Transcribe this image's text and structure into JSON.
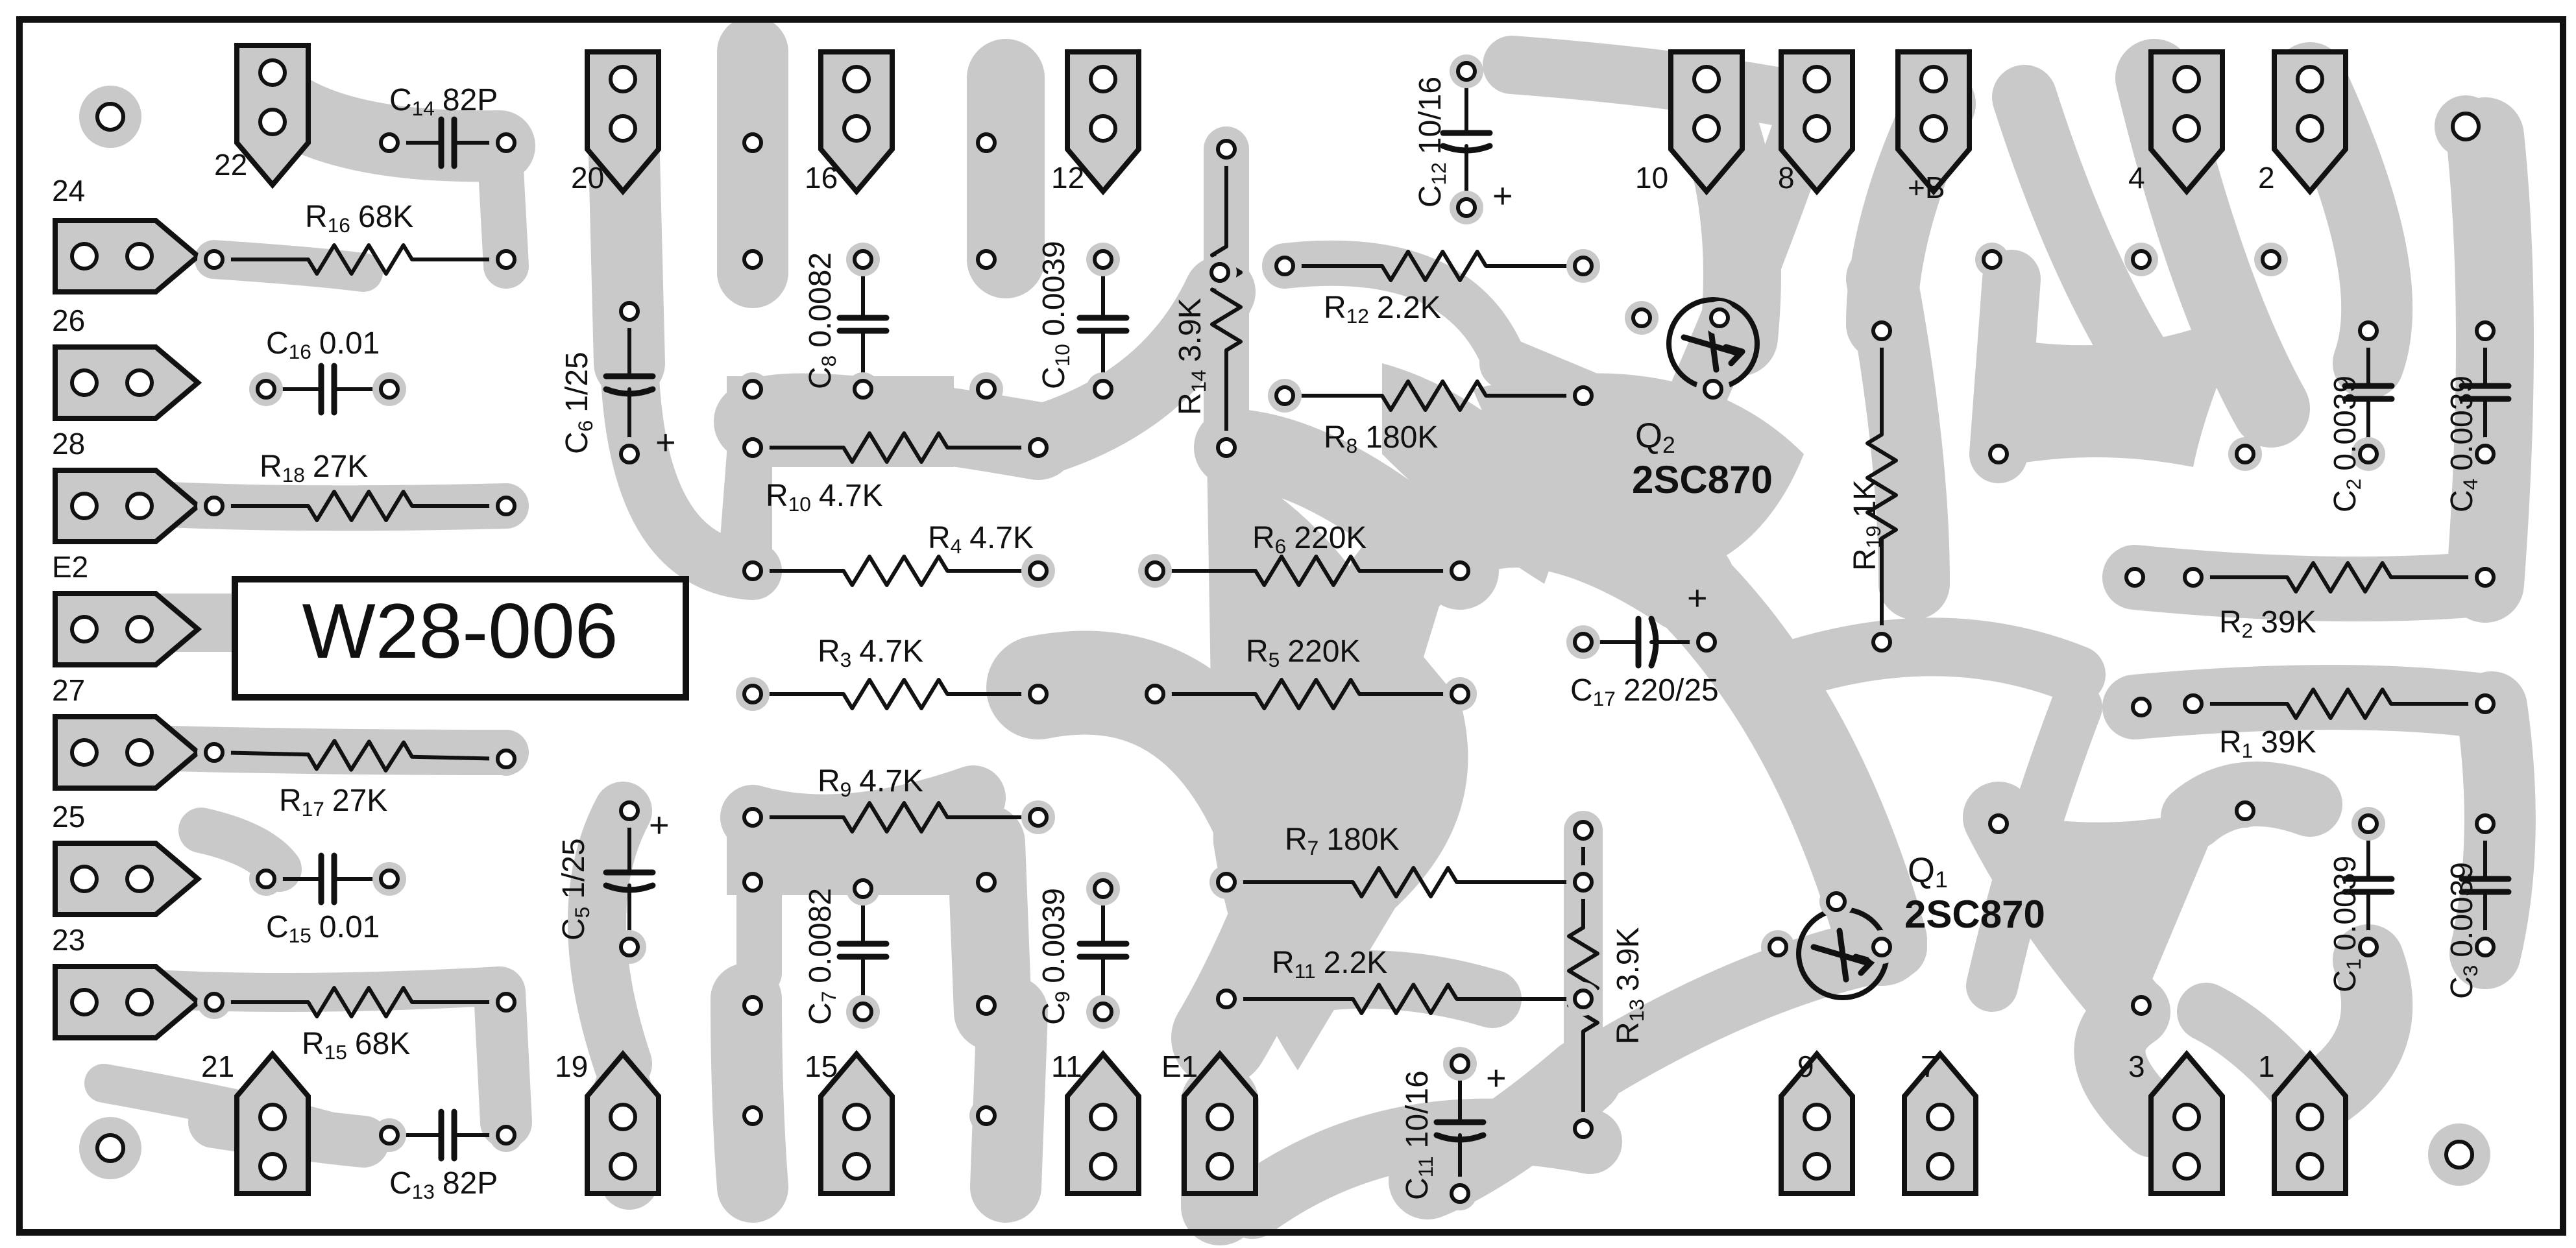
{
  "board": {
    "part_number": "W28-006",
    "colors": {
      "copper": "#c9c9c9",
      "ink": "#111111",
      "paper": "#ffffff",
      "hole": "#ffffff"
    }
  },
  "terminals": [
    {
      "id": "t22",
      "label": "22"
    },
    {
      "id": "t20",
      "label": "20"
    },
    {
      "id": "t16",
      "label": "16"
    },
    {
      "id": "t12",
      "label": "12"
    },
    {
      "id": "t10",
      "label": "10"
    },
    {
      "id": "t8",
      "label": "8"
    },
    {
      "id": "tB",
      "label": "+B"
    },
    {
      "id": "t4",
      "label": "4"
    },
    {
      "id": "t2",
      "label": "2"
    },
    {
      "id": "t24",
      "label": "24"
    },
    {
      "id": "t26",
      "label": "26"
    },
    {
      "id": "t28",
      "label": "28"
    },
    {
      "id": "tE2",
      "label": "E2"
    },
    {
      "id": "t27",
      "label": "27"
    },
    {
      "id": "t25",
      "label": "25"
    },
    {
      "id": "t23",
      "label": "23"
    },
    {
      "id": "t21",
      "label": "21"
    },
    {
      "id": "t19",
      "label": "19"
    },
    {
      "id": "t15",
      "label": "15"
    },
    {
      "id": "t11",
      "label": "11"
    },
    {
      "id": "tE1",
      "label": "E1"
    },
    {
      "id": "t9",
      "label": "9"
    },
    {
      "id": "t7",
      "label": "7"
    },
    {
      "id": "t3",
      "label": "3"
    },
    {
      "id": "t1",
      "label": "1"
    }
  ],
  "components": {
    "R1": {
      "ref": "R",
      "sub": "1",
      "value": "39K"
    },
    "R2": {
      "ref": "R",
      "sub": "2",
      "value": "39K"
    },
    "R3": {
      "ref": "R",
      "sub": "3",
      "value": "4.7K"
    },
    "R4": {
      "ref": "R",
      "sub": "4",
      "value": "4.7K"
    },
    "R5": {
      "ref": "R",
      "sub": "5",
      "value": "220K"
    },
    "R6": {
      "ref": "R",
      "sub": "6",
      "value": "220K"
    },
    "R7": {
      "ref": "R",
      "sub": "7",
      "value": "180K"
    },
    "R8": {
      "ref": "R",
      "sub": "8",
      "value": "180K"
    },
    "R9": {
      "ref": "R",
      "sub": "9",
      "value": "4.7K"
    },
    "R10": {
      "ref": "R",
      "sub": "10",
      "value": "4.7K"
    },
    "R11": {
      "ref": "R",
      "sub": "11",
      "value": "2.2K"
    },
    "R12": {
      "ref": "R",
      "sub": "12",
      "value": "2.2K"
    },
    "R13": {
      "ref": "R",
      "sub": "13",
      "value": "3.9K"
    },
    "R14": {
      "ref": "R",
      "sub": "14",
      "value": "3.9K"
    },
    "R15": {
      "ref": "R",
      "sub": "15",
      "value": "68K"
    },
    "R16": {
      "ref": "R",
      "sub": "16",
      "value": "68K"
    },
    "R17": {
      "ref": "R",
      "sub": "17",
      "value": "27K"
    },
    "R18": {
      "ref": "R",
      "sub": "18",
      "value": "27K"
    },
    "R19": {
      "ref": "R",
      "sub": "19",
      "value": "1K"
    },
    "C1": {
      "ref": "C",
      "sub": "1",
      "value": "0.0039"
    },
    "C2": {
      "ref": "C",
      "sub": "2",
      "value": "0.0039"
    },
    "C3": {
      "ref": "C",
      "sub": "3",
      "value": "0.0039"
    },
    "C4": {
      "ref": "C",
      "sub": "4",
      "value": "0.0039"
    },
    "C5": {
      "ref": "C",
      "sub": "5",
      "value": "1/25"
    },
    "C6": {
      "ref": "C",
      "sub": "6",
      "value": "1/25"
    },
    "C7": {
      "ref": "C",
      "sub": "7",
      "value": "0.0082"
    },
    "C8": {
      "ref": "C",
      "sub": "8",
      "value": "0.0082"
    },
    "C9": {
      "ref": "C",
      "sub": "9",
      "value": "0.0039"
    },
    "C10": {
      "ref": "C",
      "sub": "10",
      "value": "0.0039"
    },
    "C11": {
      "ref": "C",
      "sub": "11",
      "value": "10/16"
    },
    "C12": {
      "ref": "C",
      "sub": "12",
      "value": "10/16"
    },
    "C13": {
      "ref": "C",
      "sub": "13",
      "value": "82P"
    },
    "C14": {
      "ref": "C",
      "sub": "14",
      "value": "82P"
    },
    "C15": {
      "ref": "C",
      "sub": "15",
      "value": "0.01"
    },
    "C16": {
      "ref": "C",
      "sub": "16",
      "value": "0.01"
    },
    "C17": {
      "ref": "C",
      "sub": "17",
      "value": "220/25"
    },
    "Q1": {
      "ref": "Q",
      "sub": "1",
      "value": "2SC870"
    },
    "Q2": {
      "ref": "Q",
      "sub": "2",
      "value": "2SC870"
    }
  },
  "polarity_mark": "+"
}
